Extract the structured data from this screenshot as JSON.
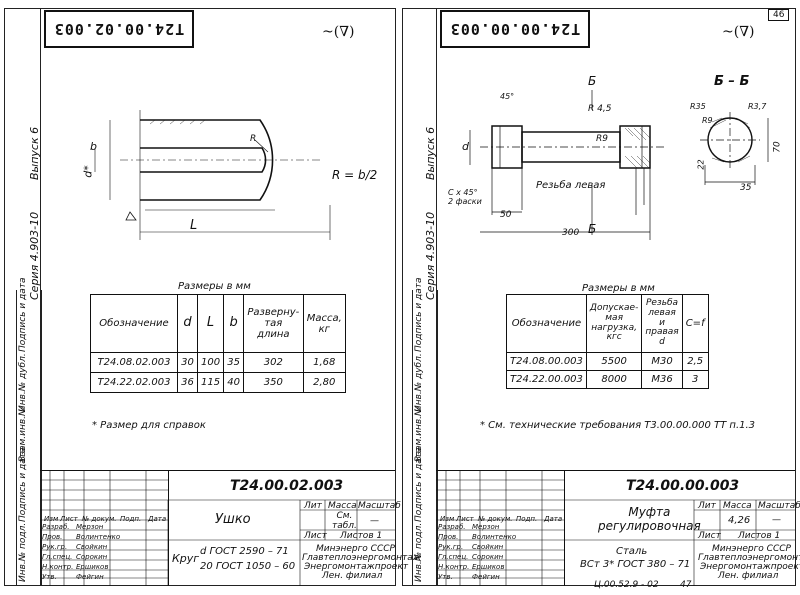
{
  "left": {
    "stamp": "Т24.00.02.003",
    "roughness": "(∇)",
    "series": "Серия 4.903-10",
    "issue": "Выпуск 6",
    "formula": "R = b/2",
    "dim_L": "L",
    "dim_b": "b",
    "dim_d": "d*",
    "dim_R": "R",
    "table_caption": "Размеры в мм",
    "headers": [
      "Обозначение",
      "d",
      "L",
      "b",
      "Разверну-\nтая\nдлина",
      "Масса,\nкг"
    ],
    "rows": [
      [
        "Т24.08.02.003",
        "30",
        "100",
        "35",
        "302",
        "1,68"
      ],
      [
        "Т24.22.02.003",
        "36",
        "115",
        "40",
        "350",
        "2,80"
      ]
    ],
    "footnote": "* Размер для справок",
    "title_code": "Т24.00.02.003",
    "part_name": "Ушко",
    "material_1": "Круг",
    "material_2": "d ГОСТ 2590 – 71",
    "material_3": "20 ГОСТ 1050 – 60",
    "org_1": "Минэнерго СССР",
    "org_2": "Главтеплоэнергомонтаж",
    "org_3": "Энергомонтажпроект",
    "org_4": "Лен. филиал",
    "lit": "Лит",
    "massa": "Масса",
    "masshtab": "Масштаб",
    "sm_tabl": "См.\nтабл.",
    "dash": "—",
    "list": "Лист",
    "listov": "Листов 1",
    "hdr_cols": [
      "Изм",
      "Лист",
      "№ докум.",
      "Подп.",
      "Дата"
    ],
    "roles": [
      "Разраб.",
      "Пров.",
      "Рук.гр.",
      "Гл.спец.",
      "Н.контр.",
      "Утв."
    ],
    "names": [
      "Мерзон",
      "Волинтенко",
      "Свойкин",
      "Сорокин",
      "Ершиков",
      "Фейгин"
    ],
    "side_labels": [
      "Инв.№ подл.",
      "Подпись и дата",
      "Взам.инв.№",
      "Инв.№ дубл.",
      "Подпись и дата"
    ]
  },
  "right": {
    "page_number": "46",
    "stamp": "Т24.00.00.003",
    "roughness": "(∇)",
    "series": "Серия 4.903-10",
    "issue": "Выпуск 6",
    "section_label": "Б – Б",
    "section_mark": "Б",
    "annot_r45": "R 4,5",
    "annot_r9": "R9",
    "annot_r35": "R35",
    "annot_r37": "R3,7",
    "annot_r9b": "R9",
    "annot_45": "45°",
    "annot_thread": "Резьба левая",
    "annot_chamfer": "С х 45°\n2 фаски",
    "annot_50": "50",
    "annot_300": "300",
    "annot_35": "35",
    "annot_70": "70",
    "annot_22": "22",
    "annot_d": "d",
    "table_caption": "Размеры в мм",
    "headers": [
      "Обозначение",
      "Допускае-\nмая\nнагрузка,\nкгс",
      "Резьба\nлевая\nи\nправая\nd",
      "С=f"
    ],
    "rows": [
      [
        "Т24.08.00.003",
        "5500",
        "М30",
        "2,5"
      ],
      [
        "Т24.22.00.003",
        "8000",
        "М36",
        "3"
      ]
    ],
    "footnote": "* См. технические требования Т3.00.00.000 ТТ п.1.3",
    "title_code": "Т24.00.00.003",
    "part_name": "Муфта\nрегулировочная",
    "material_1": "Сталь",
    "material_2": "ВСт 3*  ГОСТ 380 – 71",
    "mass_value": "4,26",
    "org_1": "Минэнерго СССР",
    "org_2": "Главтеплоэнергомонтаж",
    "org_3": "Энергомонтажпроект",
    "org_4": "Лен. филиал",
    "lit": "Лит",
    "massa": "Масса",
    "masshtab": "Масштаб",
    "dash": "—",
    "list": "Лист",
    "listov": "Листов 1",
    "hdr_cols": [
      "Изм",
      "Лист",
      "№ докум.",
      "Подп.",
      "Дата"
    ],
    "roles": [
      "Разраб.",
      "Пров.",
      "Рук.гр.",
      "Гл.спец.",
      "Н.контр.",
      "Утв."
    ],
    "names": [
      "Мерзон",
      "Волинтенко",
      "Свойкин",
      "Сорокин",
      "Ершиков",
      "Фейгин"
    ],
    "side_labels": [
      "Инв.№ подл.",
      "Подпись и дата",
      "Взам.инв.№",
      "Инв.№ дубл.",
      "Подпись и дата"
    ],
    "bottom_code": "Ц.00.52.9 - 02",
    "bottom_page": "47"
  }
}
